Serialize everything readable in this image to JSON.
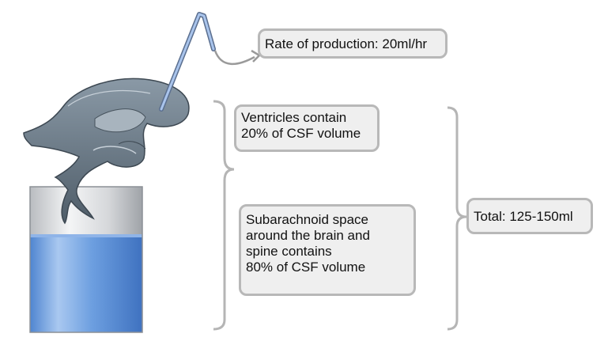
{
  "rate_label": "Rate of production:  20ml/hr",
  "ventricles_label": [
    "Ventricles contain",
    "20% of CSF volume"
  ],
  "subarachnoid_label": [
    "Subarachnoid space",
    "around the brain and",
    "spine contains",
    "80% of CSF volume"
  ],
  "total_label": "Total: 125-150ml",
  "colors": {
    "box_fill": "#efefef",
    "box_border": "#b8b8b8",
    "bracket": "#b5b5b5",
    "water": "#6fa0e0",
    "ventricle_gray": "#6f7f8c",
    "straw": "#8fb0e0"
  },
  "icons": [
    "ventricle-illustration",
    "beaker-icon",
    "straw-icon"
  ]
}
